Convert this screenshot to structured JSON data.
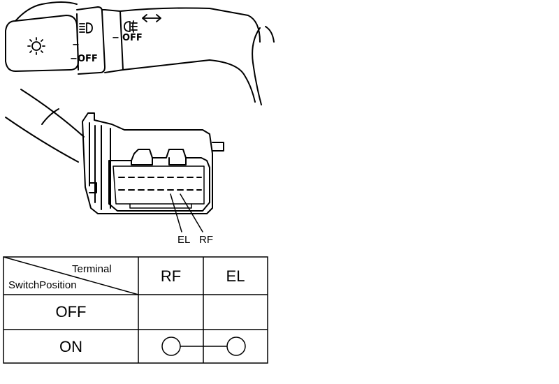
{
  "switch": {
    "headlamp_off": "OFF",
    "foglamp_off": "OFF",
    "position_mark": "−"
  },
  "connector": {
    "pins": [
      "EL",
      "RF"
    ]
  },
  "table": {
    "header_terminal": "Terminal",
    "header_switch_position": "SwitchPosition",
    "columns": [
      "RF",
      "EL"
    ],
    "rows": [
      {
        "position": "OFF",
        "connected": []
      },
      {
        "position": "ON",
        "connected": [
          "RF",
          "EL"
        ]
      }
    ]
  }
}
